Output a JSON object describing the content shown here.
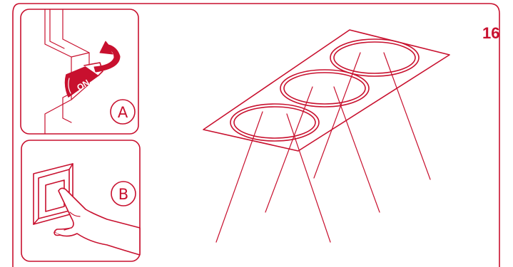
{
  "page": {
    "number": "16"
  },
  "panels": [
    {
      "letter": "A",
      "switch_label": "ON"
    },
    {
      "letter": "B"
    }
  ],
  "colors": {
    "line": "#c8102e",
    "background": "#ffffff"
  },
  "icons": [
    "circuit-breaker-icon",
    "rotate-arrow-icon",
    "wall-switch-icon",
    "pointing-hand-icon"
  ]
}
